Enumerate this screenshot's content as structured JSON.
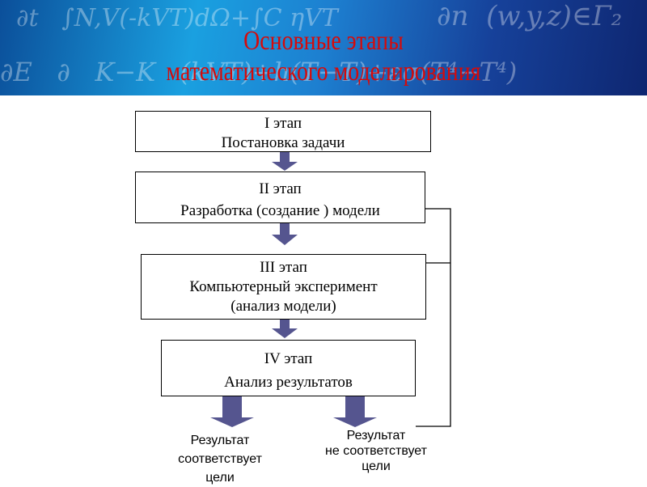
{
  "header": {
    "title_line1": "Основные этапы",
    "title_line2": "математического моделирования"
  },
  "stages": [
    {
      "label": "I этап",
      "name": "Постановка задачи"
    },
    {
      "label": "II этап",
      "name": "Разработка (создание ) модели"
    },
    {
      "label": "III этап",
      "name": "Компьютерный эксперимент",
      "note": "(анализ модели)"
    },
    {
      "label": "IV этап",
      "name": "Анализ результатов"
    }
  ],
  "outcomes": {
    "match": [
      "Результат",
      "соответствует",
      "цели"
    ],
    "mismatch": [
      "Результат",
      "не соответствует",
      "цели"
    ]
  },
  "colors": {
    "arrow": "#55558f",
    "title": "#d60a0a"
  }
}
